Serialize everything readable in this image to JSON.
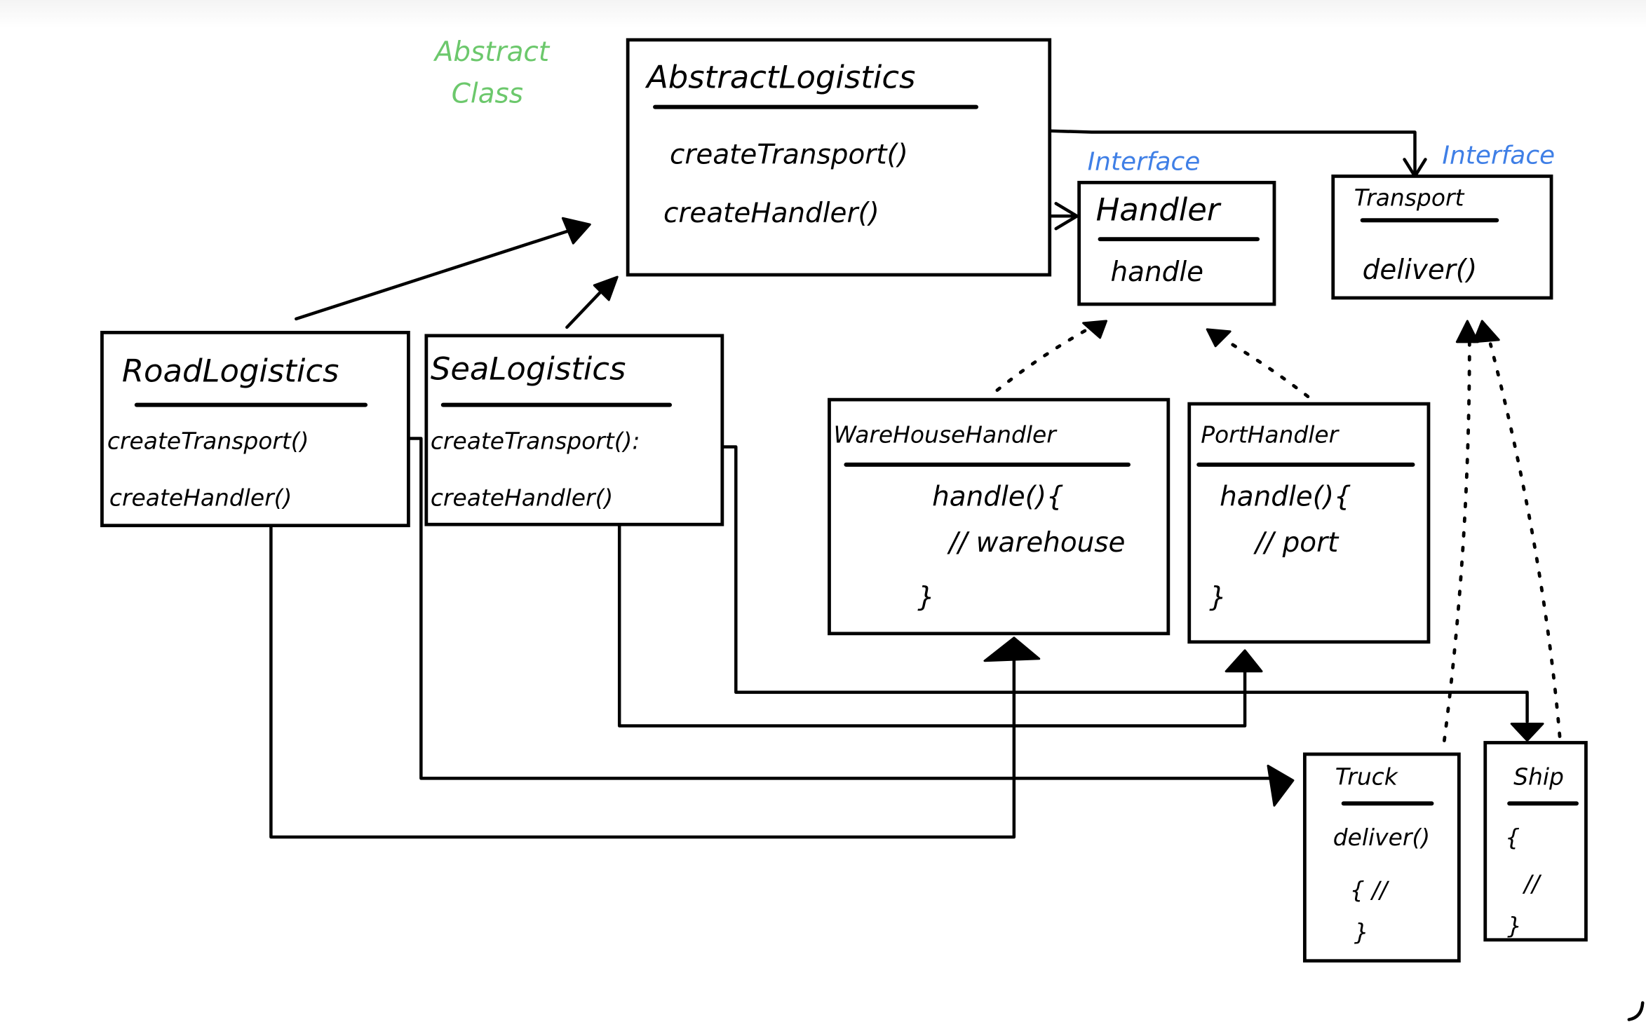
{
  "colors": {
    "ink": "#000000",
    "abstract_note": "#6cc86c",
    "interface_note": "#3f7fe6",
    "background": "#ffffff"
  },
  "annotations": {
    "abstract_class": [
      "Abstract",
      "Class"
    ],
    "handler_interface": "Interface",
    "transport_interface": "Interface"
  },
  "classes": {
    "abstract_logistics": {
      "name": "AbstractLogistics",
      "members": [
        "createTransport()",
        "createHandler()"
      ]
    },
    "handler": {
      "name": "Handler",
      "members": [
        "handle"
      ]
    },
    "transport": {
      "name": "Transport",
      "members": [
        "deliver()"
      ]
    },
    "road_logistics": {
      "name": "RoadLogistics",
      "members": [
        "createTransport()",
        "createHandler()"
      ]
    },
    "sea_logistics": {
      "name": "SeaLogistics",
      "members": [
        "createTransport():",
        "createHandler()"
      ]
    },
    "warehouse_handler": {
      "name": "WareHouseHandler",
      "members": [
        "handle(){",
        "// warehouse",
        "}"
      ]
    },
    "port_handler": {
      "name": "PortHandler",
      "members": [
        "handle(){",
        "// port",
        "}"
      ]
    },
    "truck": {
      "name": "Truck",
      "members": [
        "deliver()",
        "{ //",
        "}"
      ]
    },
    "ship": {
      "name": "Ship",
      "members": [
        "{",
        "//",
        "}"
      ]
    }
  },
  "relationships": [
    {
      "from": "RoadLogistics",
      "to": "AbstractLogistics",
      "type": "inheritance"
    },
    {
      "from": "SeaLogistics",
      "to": "AbstractLogistics",
      "type": "inheritance"
    },
    {
      "from": "AbstractLogistics.createHandler()",
      "to": "Handler",
      "type": "association"
    },
    {
      "from": "AbstractLogistics.createTransport()",
      "to": "Transport",
      "type": "association"
    },
    {
      "from": "WareHouseHandler",
      "to": "Handler",
      "type": "realization"
    },
    {
      "from": "PortHandler",
      "to": "Handler",
      "type": "realization"
    },
    {
      "from": "Truck",
      "to": "Transport",
      "type": "realization"
    },
    {
      "from": "Ship",
      "to": "Transport",
      "type": "realization"
    },
    {
      "from": "RoadLogistics.createTransport()",
      "to": "Truck",
      "type": "creates"
    },
    {
      "from": "RoadLogistics.createHandler()",
      "to": "WareHouseHandler",
      "type": "creates"
    },
    {
      "from": "SeaLogistics.createTransport()",
      "to": "Ship",
      "type": "creates"
    },
    {
      "from": "SeaLogistics.createHandler()",
      "to": "PortHandler",
      "type": "creates"
    }
  ]
}
